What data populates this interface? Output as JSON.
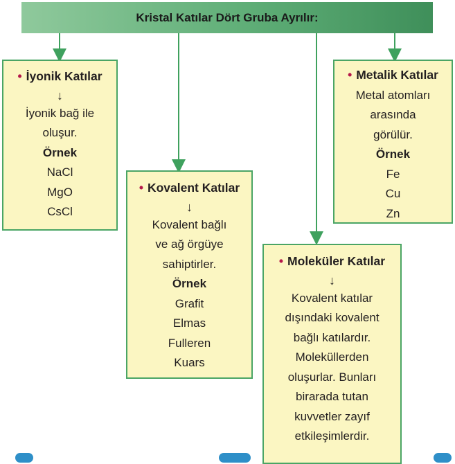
{
  "header": {
    "title": "Kristal Katılar Dört Gruba Ayrılır:"
  },
  "groups": [
    {
      "title": "İyonik Katılar",
      "arrow": "↓",
      "description": [
        "İyonik bağ ile",
        "oluşur."
      ],
      "example_label": "Örnek",
      "examples": [
        "NaCl",
        "MgO",
        "CsCl"
      ]
    },
    {
      "title": "Kovalent Katılar",
      "arrow": "↓",
      "description": [
        "Kovalent bağlı",
        "ve ağ örgüye",
        "sahiptirler."
      ],
      "example_label": "Örnek",
      "examples": [
        "Grafit",
        "Elmas",
        "Fulleren",
        "Kuars"
      ]
    },
    {
      "title": "Moleküler Katılar",
      "arrow": "↓",
      "description": [
        "Kovalent katılar",
        "dışındaki kovalent",
        "bağlı katılardır.",
        "Moleküllerden",
        "oluşurlar. Bunları",
        "birarada tutan",
        "kuvvetler zayıf",
        "etkileşimlerdir."
      ]
    },
    {
      "title": "Metalik Katılar",
      "description": [
        "Metal atomları",
        "arasında",
        "görülür."
      ],
      "example_label": "Örnek",
      "examples": [
        "Fe",
        "Cu",
        "Zn"
      ]
    }
  ],
  "colors": {
    "header_green": "#5fae77",
    "box_fill": "#fbf6c2",
    "box_border": "#4aa565",
    "bullet": "#b5174a",
    "tab_blue": "#2e8fc8"
  }
}
